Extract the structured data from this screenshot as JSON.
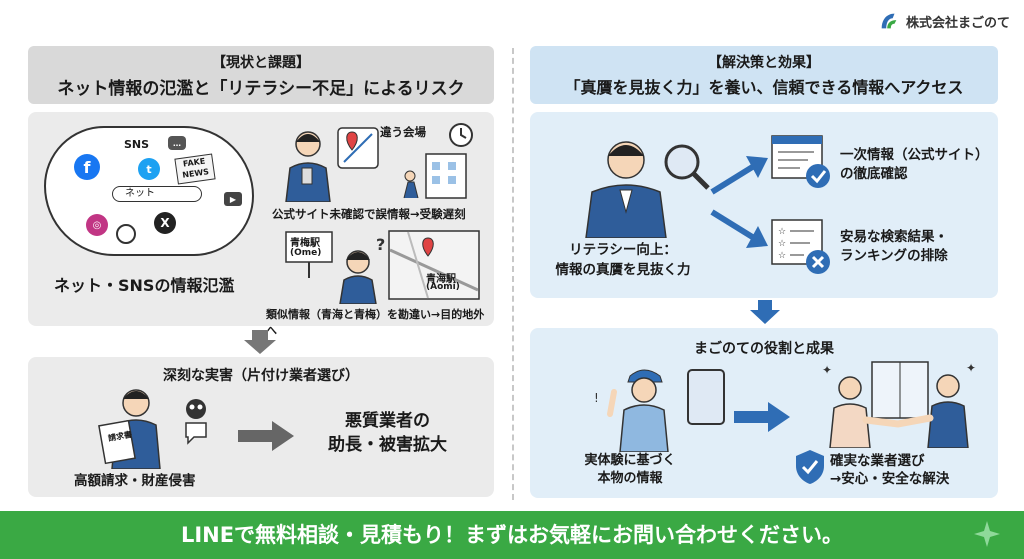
{
  "company": {
    "name": "株式会社まごのて"
  },
  "left": {
    "title_tag": "【現状と課題】",
    "title": "ネット情報の氾濫と「リテラシー不足」によるリスク",
    "cloud": {
      "sns_label": "SNS",
      "search_text": "ネット",
      "fake_news": "FAKE NEWS",
      "caption": "ネット・SNSの情報氾濫"
    },
    "scene1": {
      "place": "違う会場",
      "caption": "公式サイト未確認で誤情報→受験遅刻"
    },
    "scene2": {
      "station_a": "青梅駅",
      "station_a_en": "(Ome)",
      "station_b": "青海駅",
      "station_b_en": "(Aomi)",
      "caption": "類似情報（青海と青梅）を勘違い→目的地外へ"
    },
    "harm": {
      "title": "深刻な実害（片付け業者選び）",
      "invoice": "請求書",
      "left_caption": "高額請求・財産侵害",
      "right_line1": "悪質業者の",
      "right_line2": "助長・被害拡大"
    }
  },
  "right": {
    "title_tag": "【解決策と効果】",
    "title": "「真贋を見抜く力」を養い、信頼できる情報へアクセス",
    "literacy": {
      "line1": "リテラシー向上：",
      "line2": "情報の真贋を見抜く力"
    },
    "item1": {
      "line1": "一次情報（公式サイト）",
      "line2": "の徹底確認"
    },
    "item2": {
      "line1": "安易な検索結果・",
      "line2": "ランキングの排除"
    },
    "role": {
      "title": "まごのての役割と成果",
      "left_line1": "実体験に基づく",
      "left_line2": "本物の情報",
      "right_line1": "確実な業者選び",
      "right_line2": "→安心・安全な解決"
    }
  },
  "footer": {
    "text": "LINEで無料相談・見積もり！まずはお気軽にお問い合わせください。"
  },
  "colors": {
    "gray_panel": "#ebebeb",
    "gray_title": "#d9d9d9",
    "blue_panel": "#e1eef8",
    "blue_title": "#cfe3f3",
    "accent_blue": "#2f6db5",
    "footer_green": "#3aa944"
  }
}
